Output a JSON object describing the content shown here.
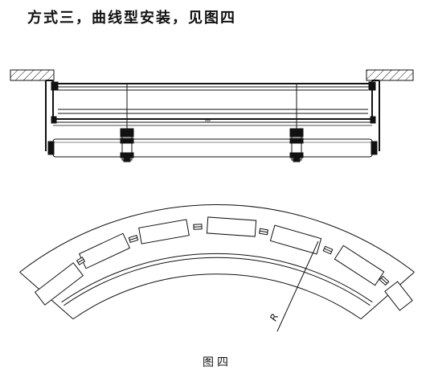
{
  "heading": "方式三，曲线型安装，见图四",
  "caption": "图四",
  "radius_label": "R",
  "colors": {
    "line": "#111111",
    "background": "#ffffff"
  }
}
